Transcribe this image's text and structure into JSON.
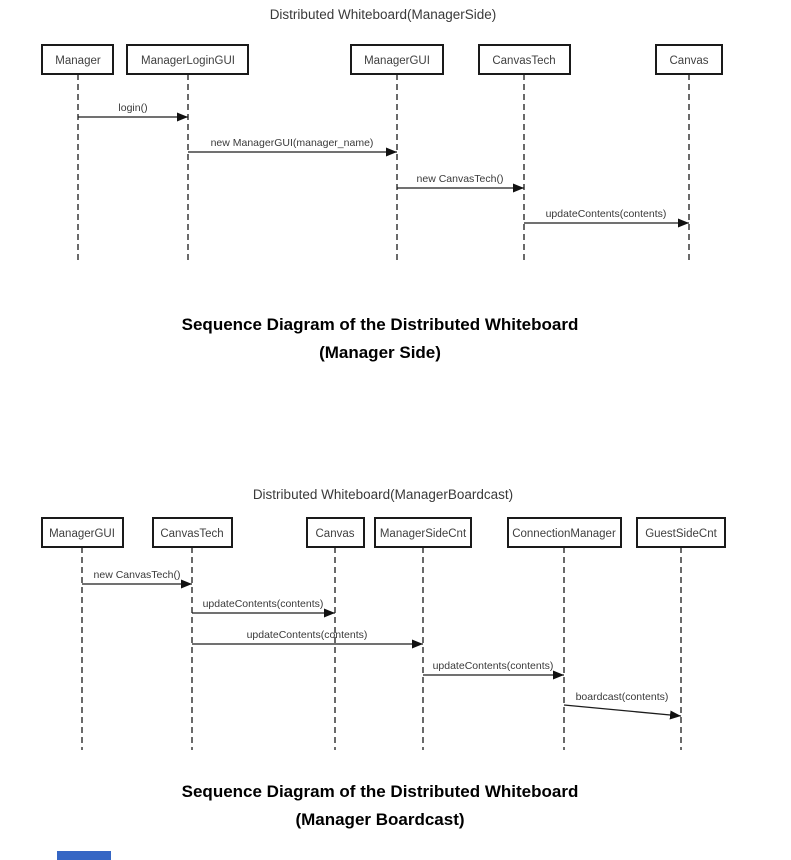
{
  "diagram1": {
    "title": "Distributed Whiteboard(ManagerSide)",
    "actors": [
      "Manager",
      "ManagerLoginGUI",
      "ManagerGUI",
      "CanvasTech",
      "Canvas"
    ],
    "messages": [
      {
        "label": "login()",
        "from": "Manager",
        "to": "ManagerLoginGUI"
      },
      {
        "label": "new ManagerGUI(manager_name)",
        "from": "ManagerLoginGUI",
        "to": "ManagerGUI"
      },
      {
        "label": "new CanvasTech()",
        "from": "ManagerGUI",
        "to": "CanvasTech"
      },
      {
        "label": "updateContents(contents)",
        "from": "CanvasTech",
        "to": "Canvas"
      }
    ],
    "caption_line1": "Sequence Diagram of the Distributed Whiteboard",
    "caption_line2": "(Manager Side)"
  },
  "diagram2": {
    "title": "Distributed Whiteboard(ManagerBoardcast)",
    "actors": [
      "ManagerGUI",
      "CanvasTech",
      "Canvas",
      "ManagerSideCnt",
      "ConnectionManager",
      "GuestSideCnt"
    ],
    "messages": [
      {
        "label": "new CanvasTech()",
        "from": "ManagerGUI",
        "to": "CanvasTech"
      },
      {
        "label": "updateContents(contents)",
        "from": "CanvasTech",
        "to": "Canvas"
      },
      {
        "label": "updateContents(contents)",
        "from": "CanvasTech",
        "to": "ManagerSideCnt"
      },
      {
        "label": "updateContents(contents)",
        "from": "ManagerSideCnt",
        "to": "ConnectionManager"
      },
      {
        "label": "boardcast(contents)",
        "from": "ConnectionManager",
        "to": "GuestSideCnt"
      }
    ],
    "caption_line1": "Sequence Diagram of the Distributed Whiteboard",
    "caption_line2": "(Manager Boardcast)"
  },
  "colors": {
    "line": "#1c1c1c",
    "diagram_text": "#3a3a3a",
    "caption_text": "#000000",
    "accent_bar": "#3566c4"
  }
}
